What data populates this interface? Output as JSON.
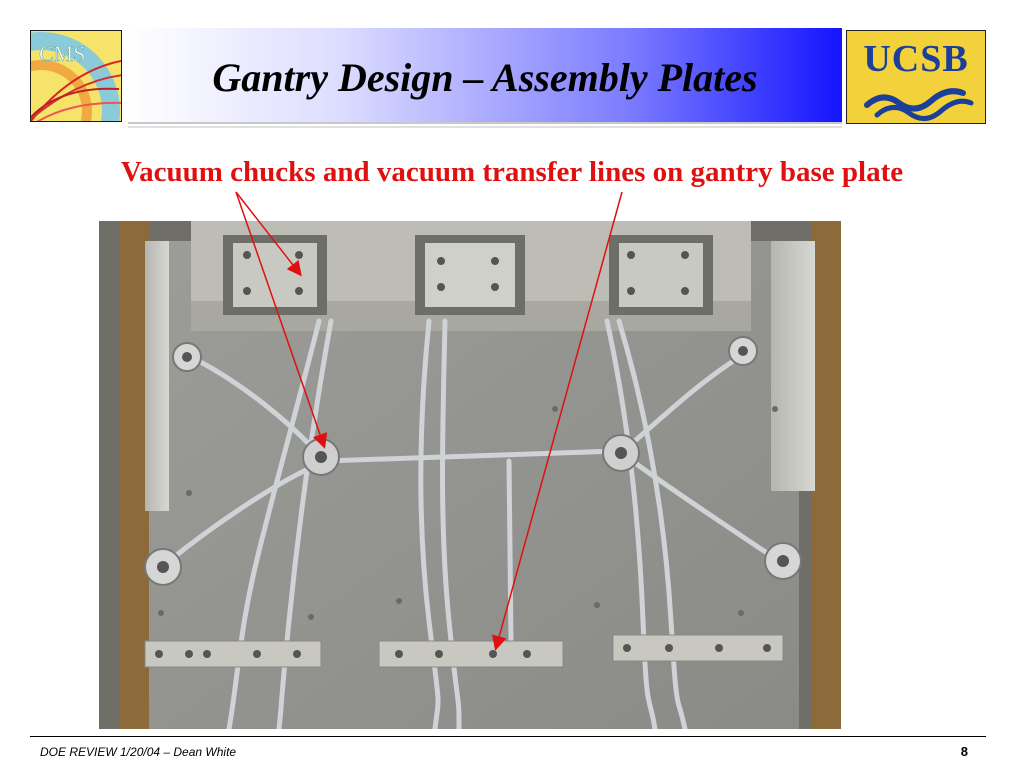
{
  "slide": {
    "title": "Gantry Design – Assembly Plates",
    "subtitle": "Vacuum chucks and vacuum transfer lines on gantry base plate",
    "photo_description_icon": "gantry-base-plate-photo",
    "footer_left": "DOE REVIEW 1/20/04 – Dean White",
    "page_number": "8"
  },
  "logos": {
    "left": {
      "text": "CMS",
      "icon": "cms-logo-icon"
    },
    "right": {
      "text": "UCSB",
      "icon": "ucsb-logo-icon"
    }
  },
  "colors": {
    "title_gradient_end": "#1414ff",
    "subtitle": "#e01010",
    "arrow": "#e01010",
    "ucsb_gold": "#f3d13a",
    "ucsb_blue": "#1c3f9a"
  }
}
